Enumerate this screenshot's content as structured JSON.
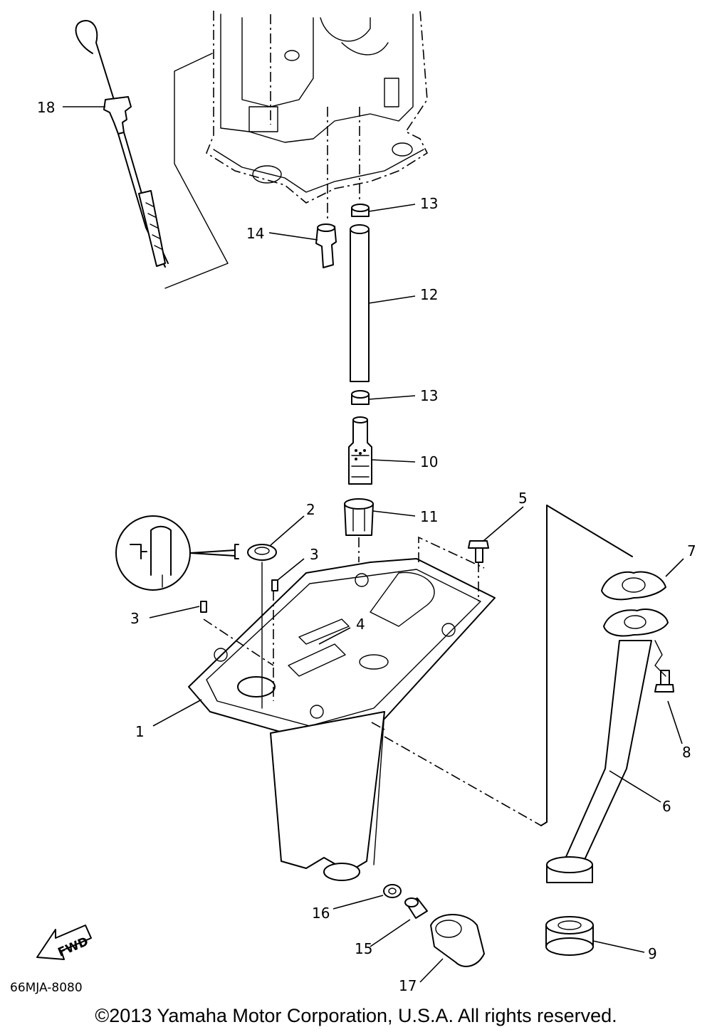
{
  "diagram": {
    "drawing_code": "66MJA-8080",
    "copyright": "©2013 Yamaha Motor Corporation, U.S.A. All rights reserved.",
    "direction_marker": "FWD",
    "callouts": [
      {
        "id": "c1",
        "label": "1"
      },
      {
        "id": "c2",
        "label": "2"
      },
      {
        "id": "c3a",
        "label": "3"
      },
      {
        "id": "c3b",
        "label": "3"
      },
      {
        "id": "c4",
        "label": "4"
      },
      {
        "id": "c5",
        "label": "5"
      },
      {
        "id": "c6",
        "label": "6"
      },
      {
        "id": "c7",
        "label": "7"
      },
      {
        "id": "c8",
        "label": "8"
      },
      {
        "id": "c9",
        "label": "9"
      },
      {
        "id": "c10",
        "label": "10"
      },
      {
        "id": "c11",
        "label": "11"
      },
      {
        "id": "c12",
        "label": "12"
      },
      {
        "id": "c13a",
        "label": "13"
      },
      {
        "id": "c13b",
        "label": "13"
      },
      {
        "id": "c14",
        "label": "14"
      },
      {
        "id": "c15",
        "label": "15"
      },
      {
        "id": "c16",
        "label": "16"
      },
      {
        "id": "c17",
        "label": "17"
      },
      {
        "id": "c18",
        "label": "18"
      }
    ]
  }
}
